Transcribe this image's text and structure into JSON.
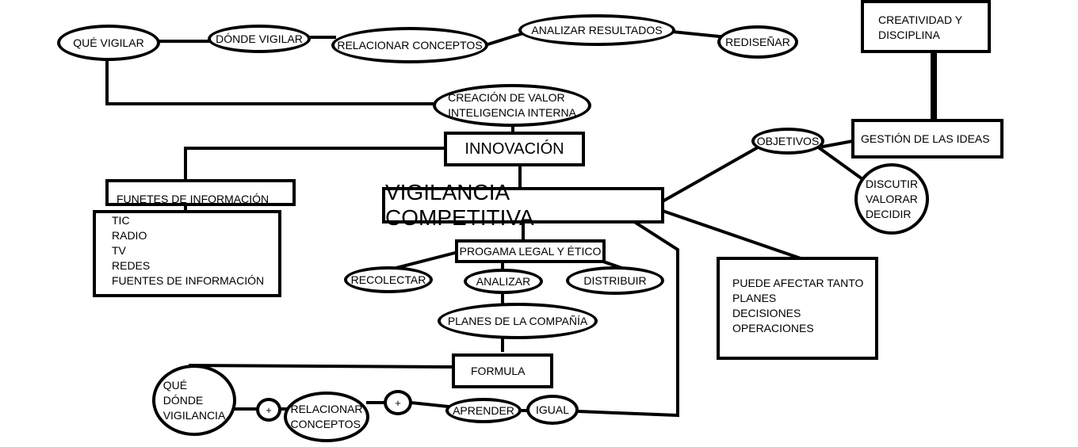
{
  "diagram": {
    "que_vigilar": "QUÉ VIGILAR",
    "donde_vigilar": "DÓNDE VIGILAR",
    "relacionar_conceptos_top": "RELACIONAR CONCEPTOS",
    "analizar_resultados": "ANALIZAR RESULTADOS",
    "redisenar": "REDISEÑAR",
    "creatividad": "CREATIVIDAD Y\nDISCIPLINA",
    "creacion_valor": "CREACIÓN DE VALOR\nINTELIGENCIA INTERNA",
    "innovacion": "INNOVACIÓN",
    "objetivos": "OBJETIVOS",
    "gestion_ideas": "GESTIÓN DE LAS IDEAS",
    "discutir": "DISCUTIR\nVALORAR\nDECIDIR",
    "funetes_header": "FUNETES DE INFORMACIÓN",
    "fuentes_list": "TIC\nRADIO\nTV\nREDES\nFUENTES DE INFORMACIÓN",
    "vigilancia": "VIGILANCIA COMPETITIVA",
    "programa": "PROGAMA LEGAL Y ÉTICO",
    "recolectar": "RECOLECTAR",
    "analizar": "ANALIZAR",
    "distribuir": "DISTRIBUIR",
    "puede_afectar": "PUEDE AFECTAR TANTO\nPLANES\nDECISIONES\nOPERACIONES",
    "planes": "PLANES DE LA COMPAÑÍA",
    "formula": "FORMULA",
    "que_donde": "QUÉ\nDÓNDE\nVIGILANCIA",
    "plus1": "+",
    "relacionar_conceptos_bottom": "RELACIONAR\nCONCEPTOS",
    "plus2": "+",
    "aprender": "APRENDER",
    "igual": "IGUAL"
  }
}
